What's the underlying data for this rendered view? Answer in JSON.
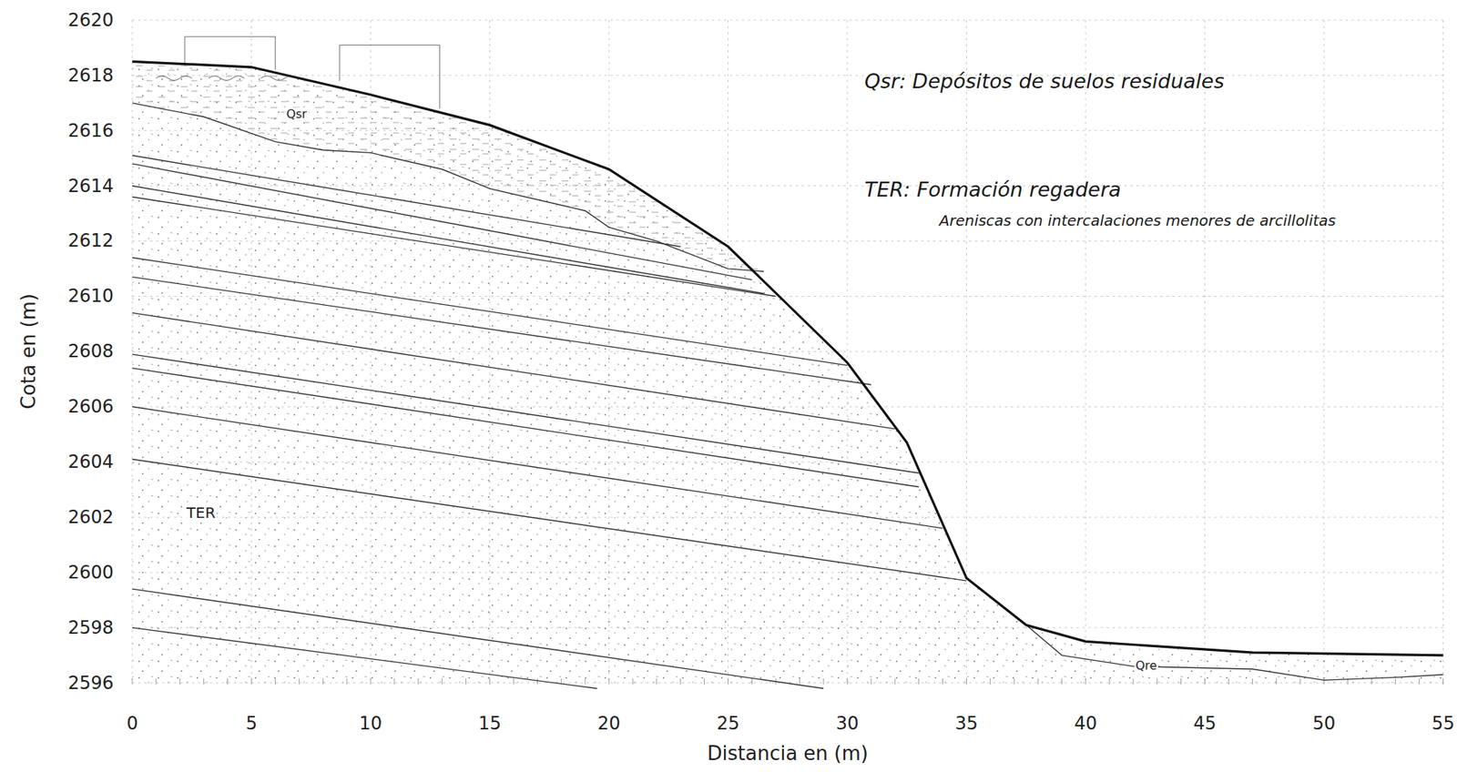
{
  "diagram": {
    "labels": [
      "2620",
      "2618",
      "2616",
      "2614",
      "2612",
      "2610",
      "2608",
      "2606",
      "2604",
      "2602",
      "2600",
      "2598",
      "2596",
      "0",
      "5",
      "10",
      "15",
      "20",
      "25",
      "30",
      "35",
      "40",
      "45",
      "50",
      "55",
      "Cota en (m)",
      "Distancia en (m)",
      "Qsr",
      "TER",
      "Qre",
      "Qsr: Depósitos de suelos residuales",
      "TER: Formación regadera",
      "Areniscas con intercalaciones menores de arcillolitas"
    ]
  }
}
